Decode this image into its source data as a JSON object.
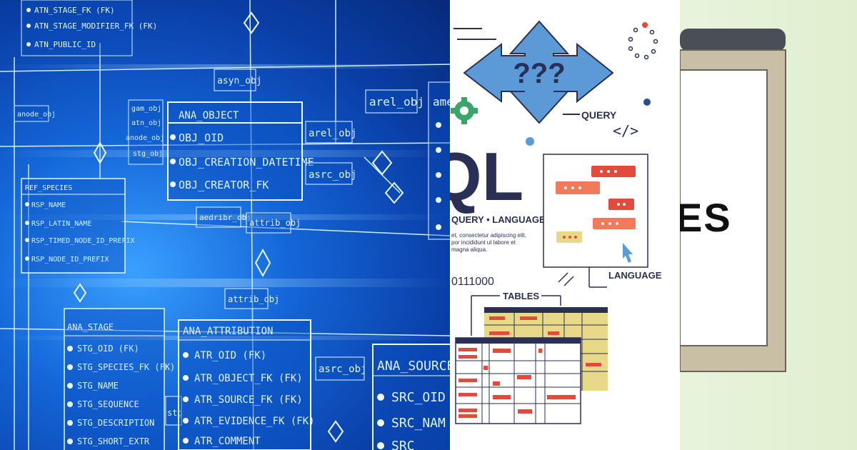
{
  "erd": {
    "top_fields": [
      "ATN_STAGE_FK (FK)",
      "ATN_STAGE_MODIFIER_FK (FK)",
      "ATN_PUBLIC_ID"
    ],
    "asyn_obj": "asyn_obj",
    "arel_obj_top": "arel_obj",
    "arel_obj_mid": "arel_obj",
    "asrc_obj_mid": "asrc_obj",
    "asrc_obj_bottom": "asrc_obj",
    "anode_obj": "anode_obj",
    "small_labels": [
      "gam_obj",
      "atn_obj",
      "anode_obj",
      "stg_obj"
    ],
    "ana_object": {
      "title": "ANA_OBJECT",
      "fields": [
        "OBJ_OID",
        "OBJ_CREATION_DATETIME",
        "OBJ_CREATOR_FK"
      ]
    },
    "aedribr_obj": "aedribr_obj",
    "attrib_obj_a": "attrib_obj",
    "attrib_obj_b": "attrib_obj",
    "ref_species": {
      "title": "REF_SPECIES",
      "fields": [
        "RSP_NAME",
        "RSP_LATIN_NAME",
        "RSP_TIMED_NODE_ID_PREFIX",
        "RSP_NODE_ID_PREFIX"
      ]
    },
    "ana_stage": {
      "title": "ANA_STAGE",
      "fields": [
        "STG_OID (FK)",
        "STG_SPECIES_FK (FK)",
        "STG_NAME",
        "STG_SEQUENCE",
        "STG_DESCRIPTION",
        "STG_SHORT_EXTR"
      ]
    },
    "ana_attribution": {
      "title": "ANA_ATTRIBUTION",
      "fields": [
        "ATR_OID (FK)",
        "ATR_OBJECT_FK (FK)",
        "ATR_SOURCE_FK (FK)",
        "ATR_EVIDENCE_FK (FK)",
        "ATR_COMMENT"
      ]
    },
    "ana_source": {
      "title": "ANA_SOURCE",
      "fields": [
        "SRC_OID",
        "SRC_NAM",
        "SRC_"
      ]
    },
    "ame_partial": "ame",
    "stg_partial": "stg"
  },
  "infographic": {
    "arrow_text": "???",
    "query_label": "QUERY",
    "code_symbol": "</>",
    "big_letters": "QL",
    "subtitle": "QUERY • LANGUAGE",
    "lorem": [
      "et, consectetur adipiscing elit,",
      "por incididunt ut labore et",
      "magna aliqua."
    ],
    "binary": "0111000",
    "tables_label": "TABLES",
    "language_label": "LANGUAGE",
    "colors": {
      "navy": "#2a2f55",
      "blue": "#4a90d9",
      "red": "#e24a3b",
      "salmon": "#f07a5a",
      "yellow": "#e8d98a",
      "green": "#3aa56a"
    }
  },
  "whiteboard": {
    "text": "ES"
  }
}
